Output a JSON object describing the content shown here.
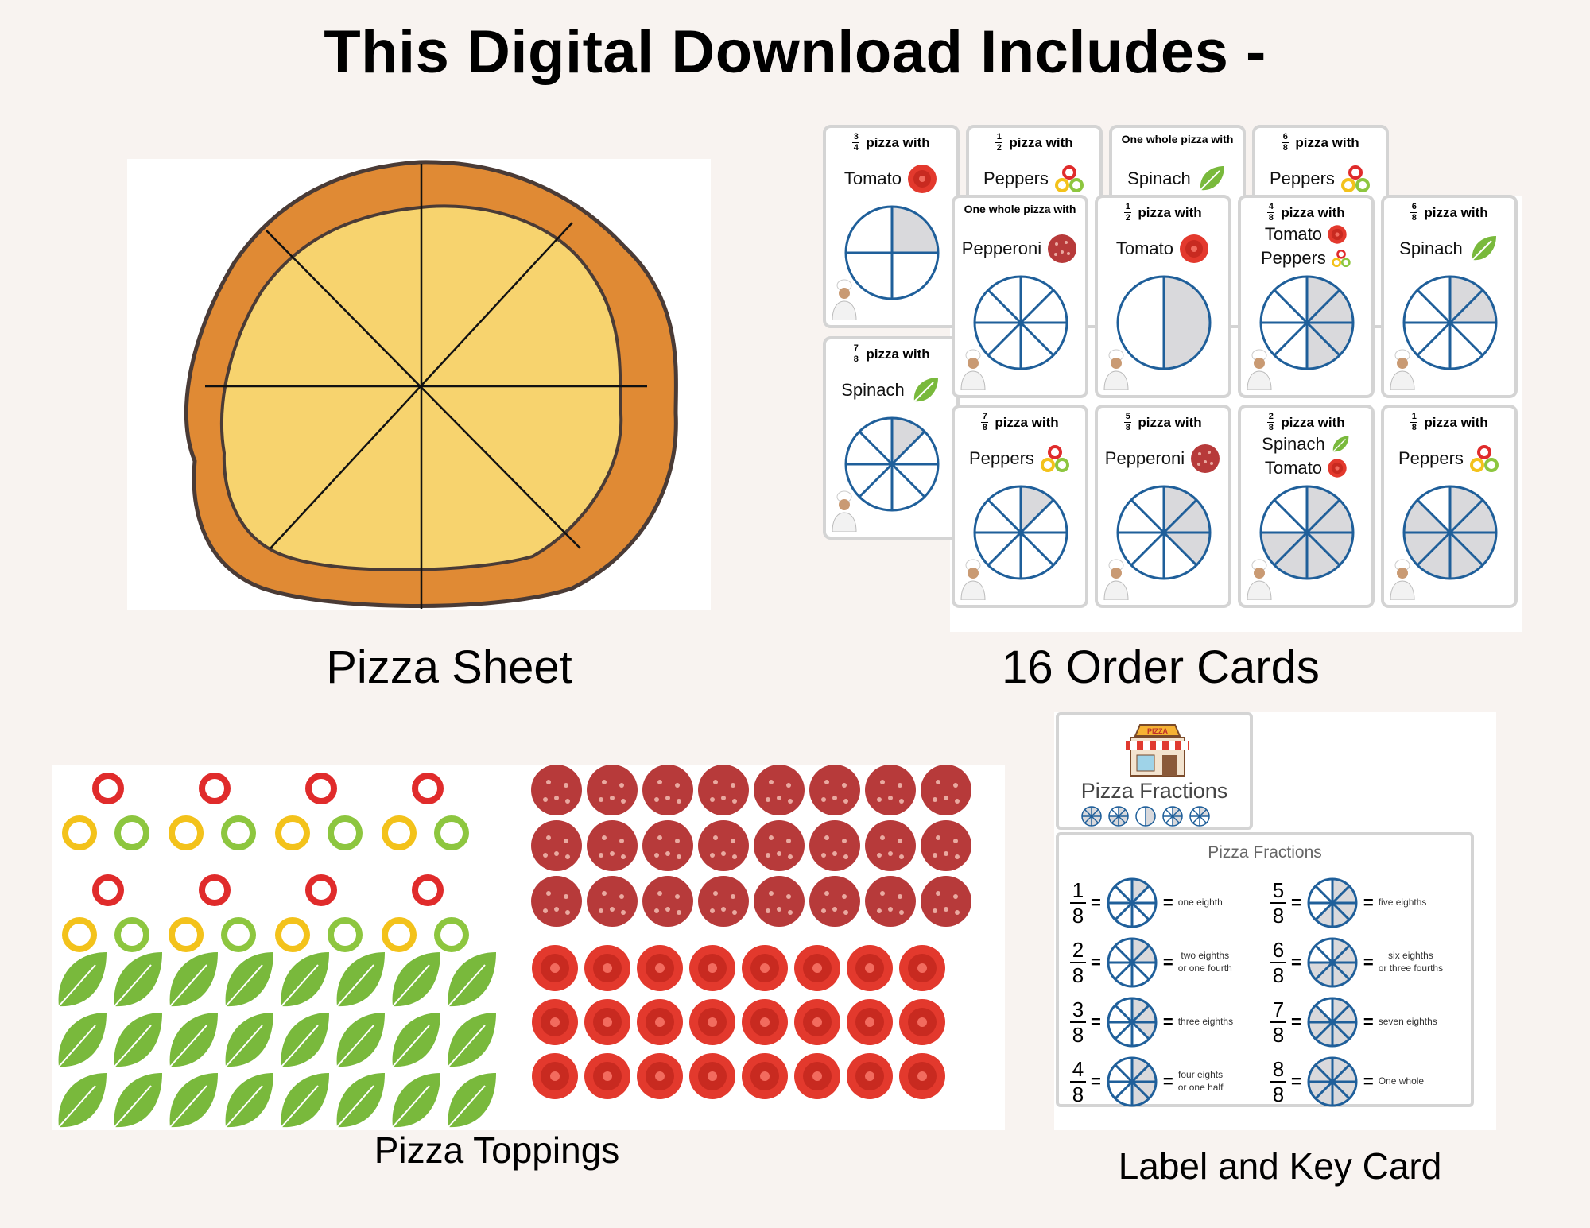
{
  "title": "This Digital Download Includes -",
  "sections": {
    "pizza_sheet": "Pizza Sheet",
    "order_cards": "16 Order Cards",
    "toppings": "Pizza Toppings",
    "key_card": "Label and Key Card"
  },
  "cards": [
    {
      "num": "3",
      "den": "4",
      "head": "pizza with",
      "toppings": [
        "Tomato"
      ],
      "pie": "3/4"
    },
    {
      "num": "1",
      "den": "2",
      "head": "pizza with",
      "toppings": [
        "Peppers"
      ]
    },
    {
      "num": "",
      "den": "",
      "head": "One whole pizza with",
      "toppings": [
        "Spinach"
      ]
    },
    {
      "num": "6",
      "den": "8",
      "head": "pizza with",
      "toppings": [
        "Peppers"
      ]
    },
    {
      "num": "7",
      "den": "8",
      "head": "pizza with",
      "toppings": [
        "Spinach"
      ],
      "pie": "7/8"
    },
    {
      "num": "",
      "den": "",
      "head": "One whole pizza with",
      "toppings": [
        "Pepperoni"
      ],
      "pie": "8/8"
    },
    {
      "num": "1",
      "den": "2",
      "head": "pizza with",
      "toppings": [
        "Tomato"
      ],
      "pie": "1/2"
    },
    {
      "num": "4",
      "den": "8",
      "head": "pizza with",
      "toppings": [
        "Tomato",
        "Peppers"
      ],
      "pie": "4/8"
    },
    {
      "num": "6",
      "den": "8",
      "head": "pizza with",
      "toppings": [
        "Spinach"
      ],
      "pie": "6/8"
    },
    {
      "num": "7",
      "den": "8",
      "head": "pizza with",
      "toppings": [
        "Peppers"
      ],
      "pie": "7/8"
    },
    {
      "num": "5",
      "den": "8",
      "head": "pizza with",
      "toppings": [
        "Pepperoni"
      ],
      "pie": "5/8"
    },
    {
      "num": "2",
      "den": "8",
      "head": "pizza with",
      "toppings": [
        "Spinach",
        "Tomato"
      ],
      "pie": "2/8"
    },
    {
      "num": "1",
      "den": "8",
      "head": "pizza with",
      "toppings": [
        "Peppers"
      ],
      "pie": "1/8"
    }
  ],
  "label_card": {
    "title": "Pizza Fractions",
    "sign": "PIZZA"
  },
  "key_card": {
    "title": "Pizza Fractions",
    "rows": [
      {
        "num": "1",
        "den": "8",
        "text1": "one eighth",
        "text2": ""
      },
      {
        "num": "2",
        "den": "8",
        "text1": "two eighths",
        "text2": "or one fourth"
      },
      {
        "num": "3",
        "den": "8",
        "text1": "three eighths",
        "text2": ""
      },
      {
        "num": "4",
        "den": "8",
        "text1": "four eights",
        "text2": "or one half"
      },
      {
        "num": "5",
        "den": "8",
        "text1": "five eighths",
        "text2": ""
      },
      {
        "num": "6",
        "den": "8",
        "text1": "six eighths",
        "text2": "or three fourths"
      },
      {
        "num": "7",
        "den": "8",
        "text1": "seven eighths",
        "text2": ""
      },
      {
        "num": "8",
        "den": "8",
        "text1": "One whole",
        "text2": ""
      }
    ],
    "eq": "="
  },
  "colors": {
    "crust": "#e08a34",
    "cheese": "#f7d36e",
    "outline": "#4a3b36",
    "pie_blue": "#1f5f9a",
    "pie_fill": "#d9d9dc",
    "pepperoni": "#b73a3a",
    "tomato": "#e3392d",
    "spinach": "#79b93c",
    "pepper_red": "#e02b2b",
    "pepper_yellow": "#f3c21b",
    "pepper_green": "#8dc63f"
  }
}
